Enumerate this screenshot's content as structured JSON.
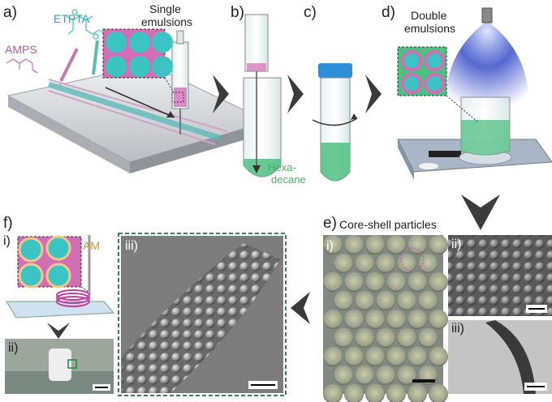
{
  "panels": {
    "a": {
      "letter": "a)",
      "labels": {
        "etpta": "ETPTA",
        "amps": "AMPS",
        "single": "Single",
        "emulsions": "emulsions"
      }
    },
    "b": {
      "letter": "b)",
      "solvent_line1": "Hexa-",
      "solvent_line2": "decane"
    },
    "c": {
      "letter": "c)"
    },
    "d": {
      "letter": "d)",
      "caption_line1": "Double",
      "caption_line2": "emulsions"
    },
    "e": {
      "letter": "e)",
      "caption": "Core-shell particles",
      "sub_i": "i)",
      "sub_ii": "ii)",
      "sub_iii": "iii)"
    },
    "f": {
      "letter": "f)",
      "sub_i": "i)",
      "sub_ii": "ii)",
      "sub_iii": "iii)",
      "am_label": "AM"
    }
  },
  "colors": {
    "cyan": "#3cc4c4",
    "pink": "#d26eb4",
    "green": "#4fbf82",
    "arrow": "#3b3b3b",
    "sem_frame": "#3a7f5a",
    "etpta_text": "#29a7b8",
    "amps_text": "#b45aa0",
    "am_text": "#c99a3a",
    "hexadecane_text": "#4fae6a"
  }
}
